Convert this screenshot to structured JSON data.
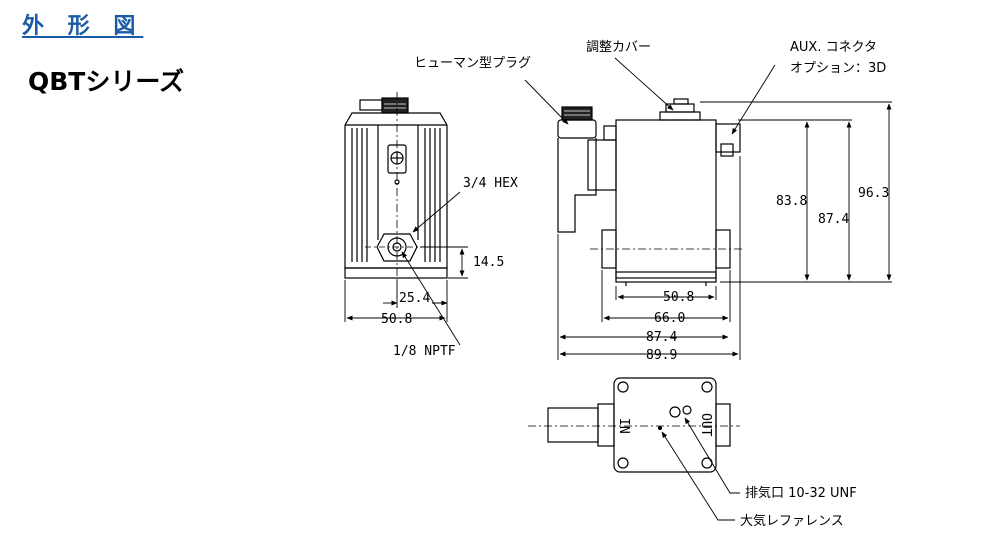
{
  "heading": "外 形 図",
  "subtitle": "QBTシリーズ",
  "callouts": {
    "hirschmann_plug": "ヒューマン型プラグ",
    "adjust_cover": "調整カバー",
    "aux_connector_line1": "AUX. コネクタ",
    "aux_connector_line2": "オプション：3D",
    "hex": "3/4 HEX",
    "nptf": "1/8 NPTF",
    "exhaust_port": "排気口 10-32 UNF",
    "atmos_ref": "大気レファレンス"
  },
  "dimensions": {
    "d_14_5": "14.5",
    "d_25_4": "25.4",
    "d_50_8_front": "50.8",
    "d_83_8": "83.8",
    "d_87_4_h": "87.4",
    "d_96_3": "96.3",
    "d_50_8_side": "50.8",
    "d_66_0": "66.0",
    "d_87_4_w": "87.4",
    "d_89_9": "89.9"
  },
  "port_labels": {
    "in": "IN",
    "out": "OUT"
  },
  "colors": {
    "heading": "#1b5aa6",
    "line": "#000000"
  }
}
